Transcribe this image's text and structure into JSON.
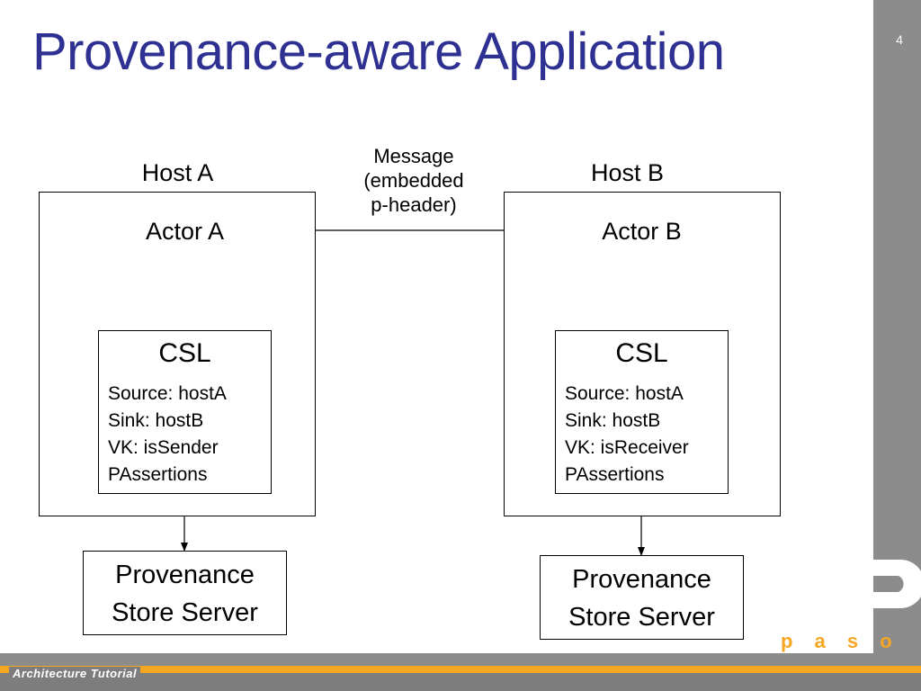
{
  "slide": {
    "title": "Provenance-aware Application",
    "number": "4",
    "footer": "Architecture Tutorial",
    "brand": "p a s o a"
  },
  "diagram": {
    "host_a": {
      "label": "Host A",
      "actor": "Actor A"
    },
    "host_b": {
      "label": "Host B",
      "actor": "Actor B"
    },
    "message": {
      "line1": "Message",
      "line2": "(embedded",
      "line3": "p-header)"
    },
    "csl_a": {
      "title": "CSL",
      "lines": [
        "Source: hostA",
        "Sink: hostB",
        "VK: isSender",
        "PAssertions"
      ]
    },
    "csl_b": {
      "title": "CSL",
      "lines": [
        "Source: hostA",
        "Sink: hostB",
        "VK: isReceiver",
        "PAssertions"
      ]
    },
    "store_a": {
      "line1": "Provenance",
      "line2": "Store Server"
    },
    "store_b": {
      "line1": "Provenance",
      "line2": "Store Server"
    }
  },
  "colors": {
    "title": "#2e3192",
    "accent": "#f5a623",
    "band": "#8c8c8c"
  }
}
